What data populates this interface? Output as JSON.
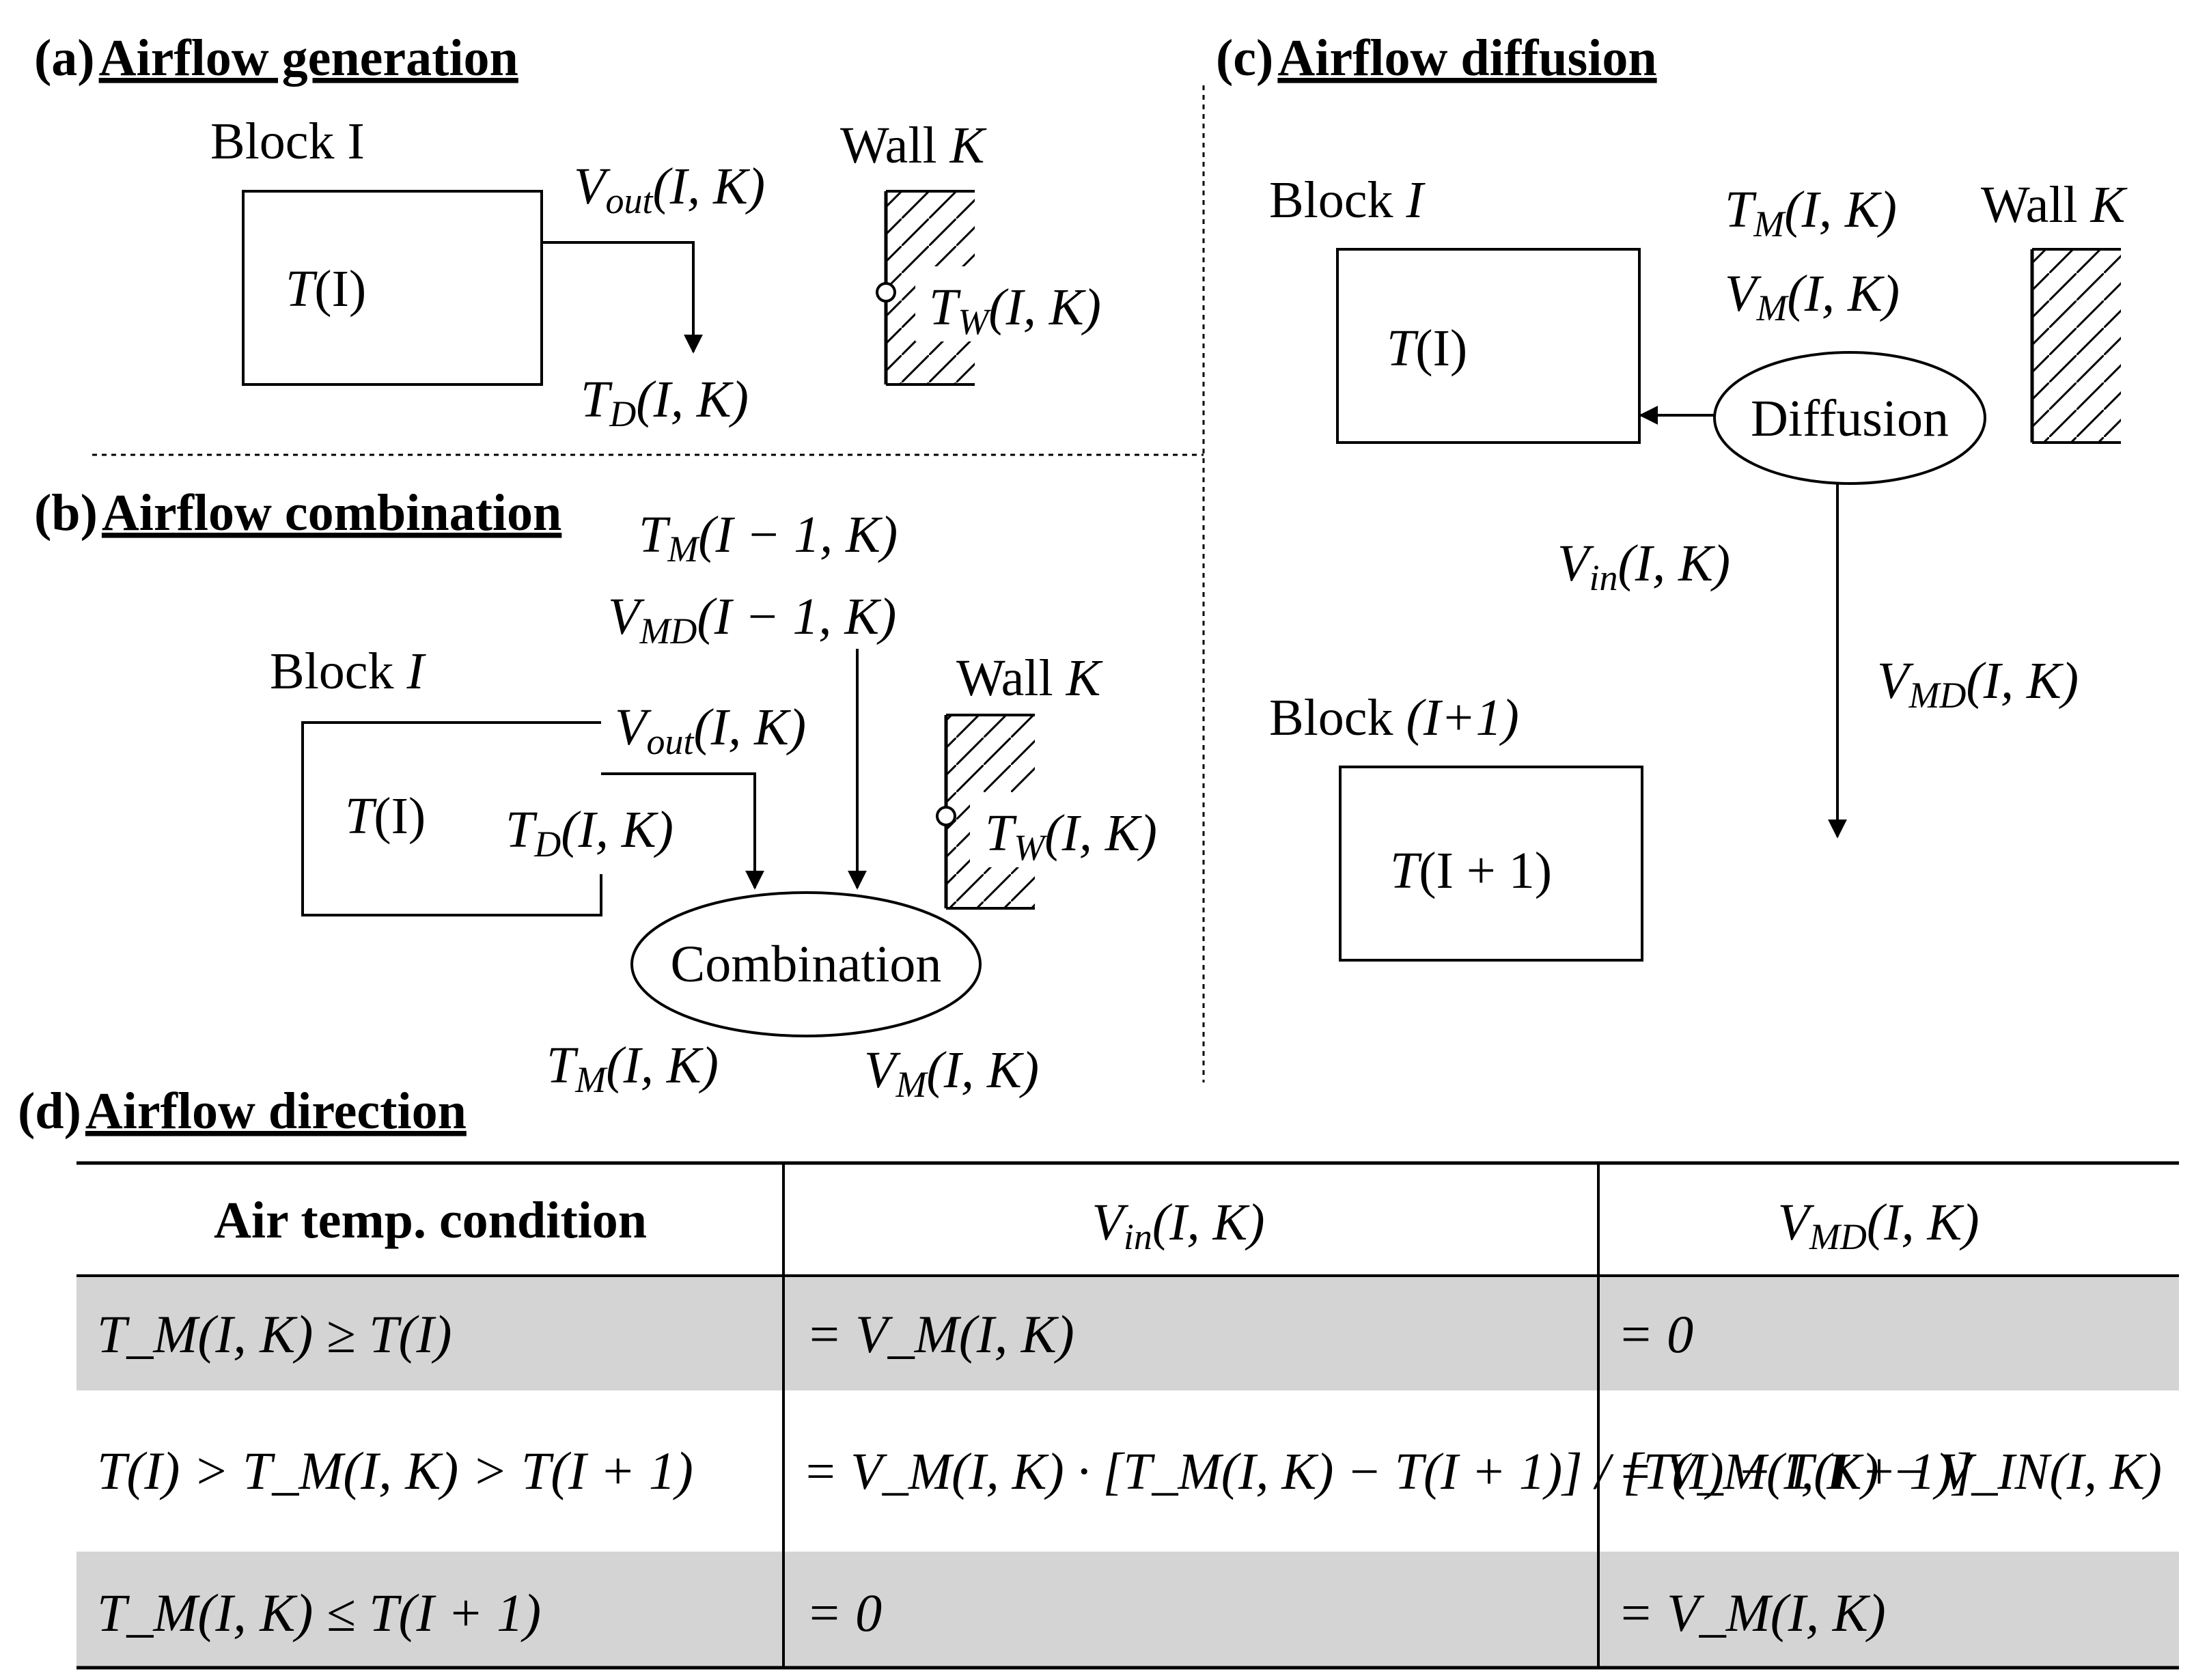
{
  "panels": {
    "a": {
      "heading_prefix": "(a)",
      "heading": "Airflow generation",
      "block_label": "Block",
      "block_var": "I",
      "wall_label": "Wall",
      "wall_var": "K",
      "box_T": "T",
      "box_arg": "(I)",
      "v_out": {
        "base": "V",
        "sub": "out",
        "arg": "(I, K)"
      },
      "t_d": {
        "base": "T",
        "sub": "D",
        "arg": "(I, K)"
      },
      "t_w": {
        "base": "T",
        "sub": "W",
        "arg": "(I, K)"
      }
    },
    "b": {
      "heading_prefix": "(b)",
      "heading": "Airflow combination",
      "block_label": "Block",
      "block_var": "I",
      "wall_label": "Wall",
      "wall_var": "K",
      "box_T": "T",
      "box_arg": "(I)",
      "t_m_prev": {
        "base": "T",
        "sub": "M",
        "arg": "(I − 1, K)"
      },
      "v_md_prev": {
        "base": "V",
        "sub": "MD",
        "arg": "(I − 1, K)"
      },
      "v_out": {
        "base": "V",
        "sub": "out",
        "arg": "(I, K)"
      },
      "t_d": {
        "base": "T",
        "sub": "D",
        "arg": "(I, K)"
      },
      "t_w": {
        "base": "T",
        "sub": "W",
        "arg": "(I, K)"
      },
      "ellipse": "Combination",
      "t_m": {
        "base": "T",
        "sub": "M",
        "arg": "(I, K)"
      },
      "v_m": {
        "base": "V",
        "sub": "M",
        "arg": "(I, K)"
      }
    },
    "c": {
      "heading_prefix": "(c)",
      "heading": "Airflow diffusion",
      "block_label": "Block",
      "block_var": "I",
      "block2_label": "Block",
      "block2_var": "(I+1)",
      "wall_label": "Wall",
      "wall_var": "K",
      "box_T": "T",
      "box_arg": "(I)",
      "box2_arg": "(I + 1)",
      "t_m": {
        "base": "T",
        "sub": "M",
        "arg": "(I, K)"
      },
      "v_m": {
        "base": "V",
        "sub": "M",
        "arg": "(I, K)"
      },
      "ellipse": "Diffusion",
      "v_in": {
        "base": "V",
        "sub": "in",
        "arg": "(I, K)"
      },
      "v_md": {
        "base": "V",
        "sub": "MD",
        "arg": "(I, K)"
      }
    },
    "d": {
      "heading_prefix": "(d)",
      "heading": "Airflow direction",
      "table": {
        "col1_header": "Air temp. condition",
        "col2_header": {
          "base": "V",
          "sub": "in",
          "arg": "(I, K)"
        },
        "col3_header": {
          "base": "V",
          "sub": "MD",
          "arg": "(I, K)"
        },
        "rows": [
          {
            "condition": "T_M(I, K) ≥ T(I)",
            "v_in": "= V_M(I, K)",
            "v_md": "= 0"
          },
          {
            "condition": "T(I) > T_M(I, K) > T(I + 1)",
            "v_in": "= V_M(I, K) · [T_M(I, K) − T(I + 1)] / [T(I) − T(I + 1)]",
            "v_md": "= V_M(I, K) − V_IN(I, K)"
          },
          {
            "condition": "T_M(I, K) ≤ T(I + 1)",
            "v_in": "= 0",
            "v_md": "= V_M(I, K)"
          }
        ]
      }
    }
  },
  "colors": {
    "row_shade": "#d4d4d4",
    "line": "#000000",
    "background": "#ffffff"
  }
}
